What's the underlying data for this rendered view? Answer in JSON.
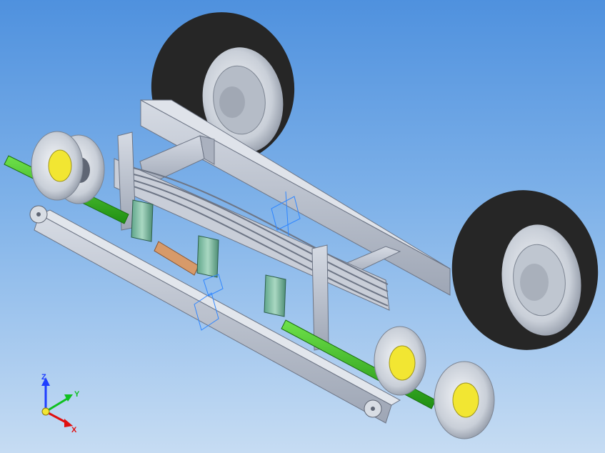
{
  "viewport": {
    "background_top": "#4f91de",
    "background_bottom": "#c6dcf3"
  },
  "model": {
    "frame_color": "#c4cbd8",
    "axle_color": "#3fbf1f",
    "spring_color": "#8fbfa8",
    "tire_color": "#2a2a2a",
    "rim_color": "#d8dde4",
    "hub_accent_color": "#f2e632",
    "sketch_color": "#2f86ff"
  },
  "triad": {
    "z_label": "Z",
    "y_label": "Y",
    "x_label": "X",
    "z_color": "#1f3fff",
    "y_color": "#10c020",
    "x_color": "#e01010"
  }
}
